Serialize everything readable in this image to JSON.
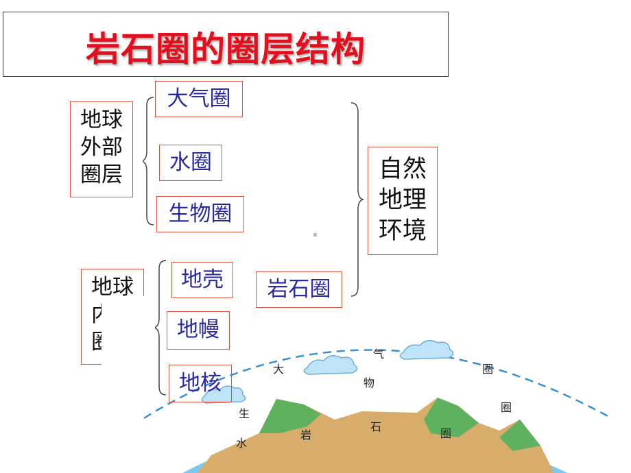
{
  "title": "岩石圈的圈层结构",
  "outer_group": {
    "label_lines": [
      "地球",
      "外部",
      "圈层"
    ],
    "items": [
      "大气圈",
      "水圈",
      "生物圈"
    ]
  },
  "inner_group": {
    "label_lines": [
      "地球",
      "内部",
      "圈层"
    ],
    "items": [
      "地壳",
      "地幔",
      "地核"
    ]
  },
  "lithosphere_label": "岩石圈",
  "environment": {
    "label_lines": [
      "自然",
      "地理",
      "环境"
    ]
  },
  "illustration": {
    "labels": {
      "da": "大",
      "qi": "气",
      "quan1": "圈",
      "quan2": "圈",
      "quan3": "圈",
      "wu": "物",
      "sheng": "生",
      "shui": "水",
      "yan": "岩",
      "shi": "石"
    },
    "colors": {
      "sky_line": "#3a8fd0",
      "water": "#7ec8ee",
      "rock": "#d8ac6a",
      "mountain": "#5fb05f"
    }
  }
}
